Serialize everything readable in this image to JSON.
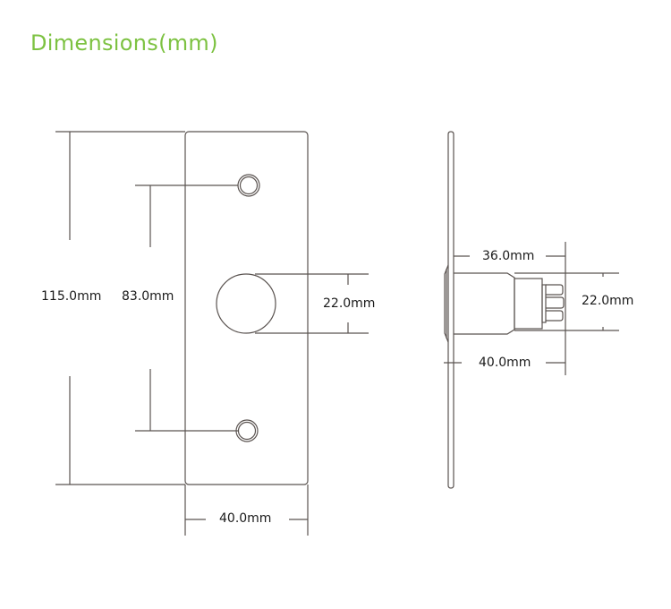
{
  "title": "Dimensions(mm)",
  "colors": {
    "title": "#7dc242",
    "line": "#5a5350",
    "text": "#1a1a1a",
    "background": "#ffffff"
  },
  "front_view": {
    "labels": {
      "total_height": "115.0mm",
      "hole_spacing": "83.0mm",
      "button_diameter": "22.0mm",
      "plate_width": "40.0mm"
    }
  },
  "side_view": {
    "labels": {
      "body_depth": "36.0mm",
      "total_depth": "40.0mm",
      "body_diameter": "22.0mm"
    }
  }
}
